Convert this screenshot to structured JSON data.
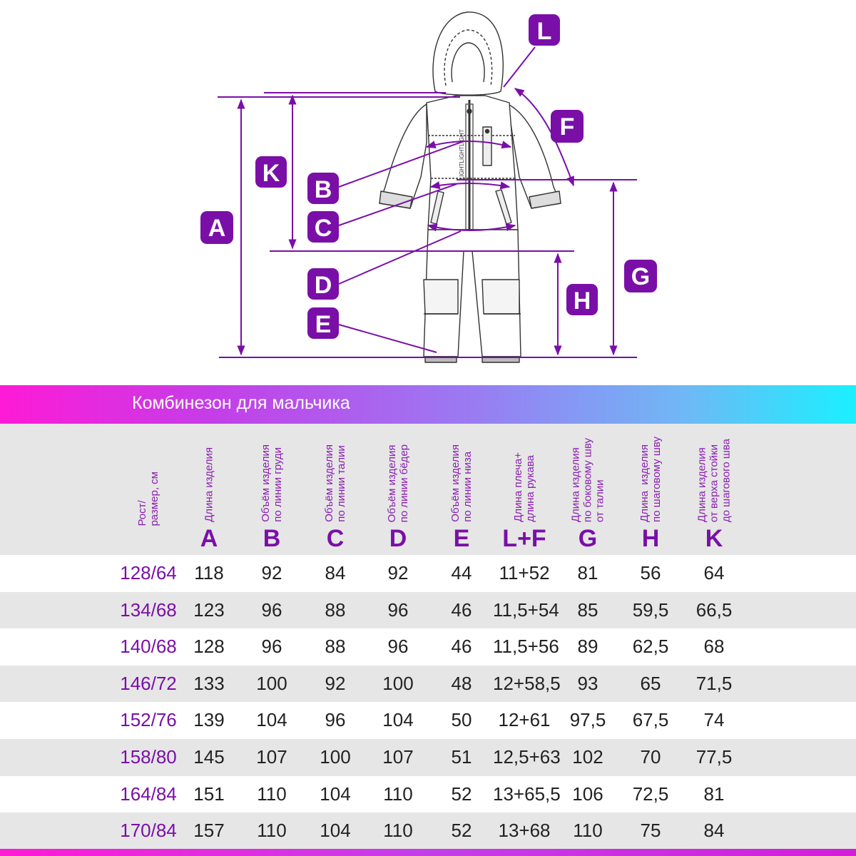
{
  "colors": {
    "accent": "#7a0fa8",
    "badge": "#7a0fa8",
    "line": "#7a0fa8",
    "row_alt": "#e6e6e6"
  },
  "diagram": {
    "garment_print": "LIGHTLIGHTLIGHT",
    "badges": {
      "L": "L",
      "F": "F",
      "K": "K",
      "A": "A",
      "B": "B",
      "C": "C",
      "D": "D",
      "E": "E",
      "G": "G",
      "H": "H"
    }
  },
  "title": "Комбинезон для мальчика",
  "header": {
    "size": "Рост/\nразмер, см",
    "columns": [
      {
        "key": "A",
        "letter": "A",
        "label": "Длина изделия"
      },
      {
        "key": "B",
        "letter": "B",
        "label": "Объём изделия\nпо линии груди"
      },
      {
        "key": "C",
        "letter": "C",
        "label": "Объём изделия\nпо линии талии"
      },
      {
        "key": "D",
        "letter": "D",
        "label": "Объём изделия\nпо линии бёдер"
      },
      {
        "key": "E",
        "letter": "E",
        "label": "Объём изделия\nпо линии низа"
      },
      {
        "key": "LF",
        "letter": "L+F",
        "label": "Длина плеча+\nдлина рукава"
      },
      {
        "key": "G",
        "letter": "G",
        "label": "Длина изделия\nпо боковому шву\nот талии"
      },
      {
        "key": "H",
        "letter": "H",
        "label": "Длина  изделия\nпо шаговому шву"
      },
      {
        "key": "K",
        "letter": "K",
        "label": "Длина изделия\nот верха стойки\nдо шагового шва"
      }
    ]
  },
  "rows": [
    {
      "size": "128/64",
      "A": "118",
      "B": "92",
      "C": "84",
      "D": "92",
      "E": "44",
      "LF": "11+52",
      "G": "81",
      "H": "56",
      "K": "64"
    },
    {
      "size": "134/68",
      "A": "123",
      "B": "96",
      "C": "88",
      "D": "96",
      "E": "46",
      "LF": "11,5+54",
      "G": "85",
      "H": "59,5",
      "K": "66,5"
    },
    {
      "size": "140/68",
      "A": "128",
      "B": "96",
      "C": "88",
      "D": "96",
      "E": "46",
      "LF": "11,5+56",
      "G": "89",
      "H": "62,5",
      "K": "68"
    },
    {
      "size": "146/72",
      "A": "133",
      "B": "100",
      "C": "92",
      "D": "100",
      "E": "48",
      "LF": "12+58,5",
      "G": "93",
      "H": "65",
      "K": "71,5"
    },
    {
      "size": "152/76",
      "A": "139",
      "B": "104",
      "C": "96",
      "D": "104",
      "E": "50",
      "LF": "12+61",
      "G": "97,5",
      "H": "67,5",
      "K": "74"
    },
    {
      "size": "158/80",
      "A": "145",
      "B": "107",
      "C": "100",
      "D": "107",
      "E": "51",
      "LF": "12,5+63",
      "G": "102",
      "H": "70",
      "K": "77,5"
    },
    {
      "size": "164/84",
      "A": "151",
      "B": "110",
      "C": "104",
      "D": "110",
      "E": "52",
      "LF": "13+65,5",
      "G": "106",
      "H": "72,5",
      "K": "81"
    },
    {
      "size": "170/84",
      "A": "157",
      "B": "110",
      "C": "104",
      "D": "110",
      "E": "52",
      "LF": "13+68",
      "G": "110",
      "H": "75",
      "K": "84"
    }
  ]
}
